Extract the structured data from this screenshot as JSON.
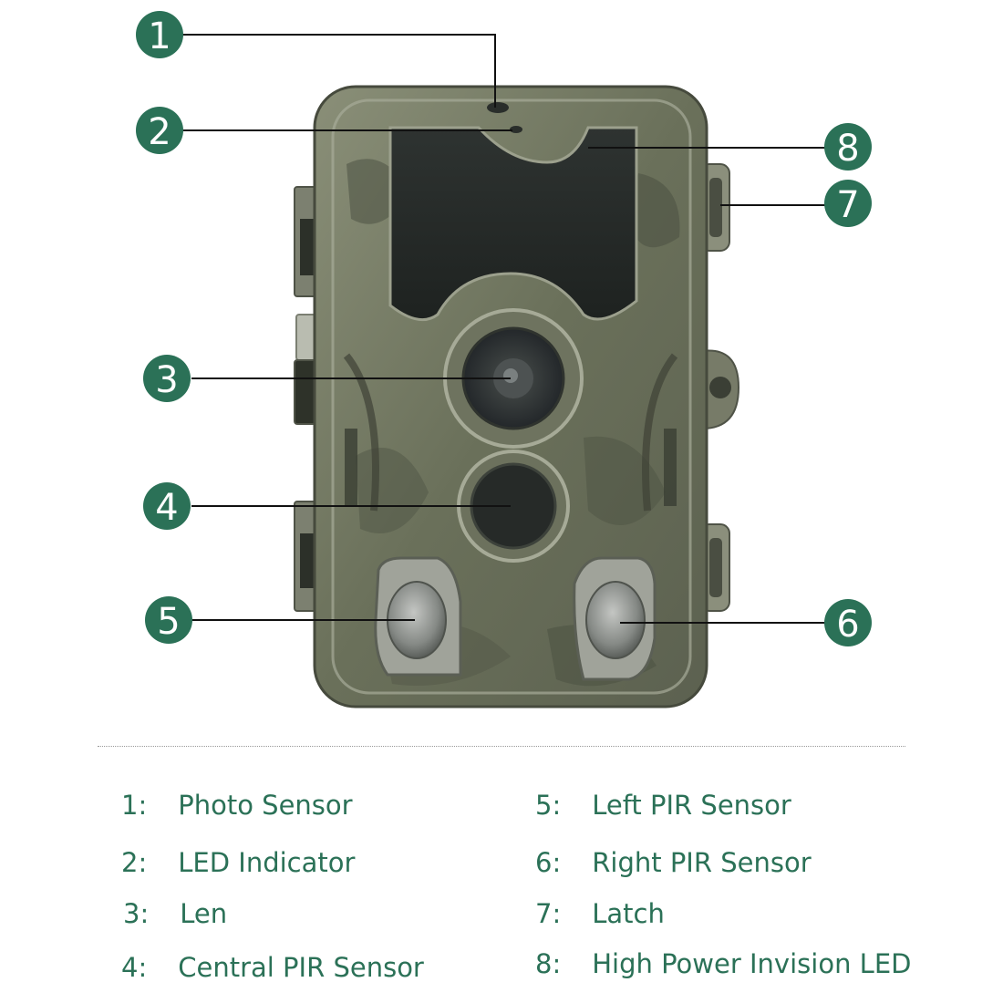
{
  "colors": {
    "callout_fill": "#2b7157",
    "legend_text": "#2b7157",
    "camera_body": "#6d725d",
    "camera_dark": "#3f4436",
    "lens_dark": "#2f3430"
  },
  "callouts": [
    "1",
    "2",
    "3",
    "4",
    "5",
    "6",
    "7",
    "8"
  ],
  "legend": [
    {
      "num": "1:",
      "label": "Photo Sensor"
    },
    {
      "num": "2:",
      "label": "LED Indicator"
    },
    {
      "num": "3:",
      "label": "Len"
    },
    {
      "num": "4:",
      "label": "Central PIR Sensor"
    },
    {
      "num": "5:",
      "label": "Left PIR Sensor"
    },
    {
      "num": "6:",
      "label": "Right PIR Sensor"
    },
    {
      "num": "7:",
      "label": "Latch"
    },
    {
      "num": "8:",
      "label": "High Power Invision LED"
    }
  ]
}
